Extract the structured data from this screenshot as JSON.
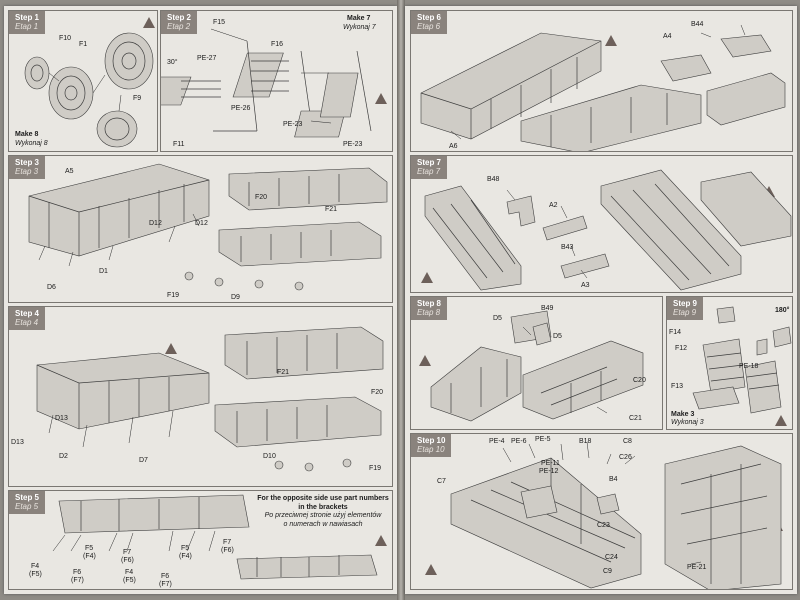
{
  "steps": [
    {
      "id": "step1",
      "title": "Step 1",
      "subtitle": "Etap 1"
    },
    {
      "id": "step2",
      "title": "Step 2",
      "subtitle": "Etap 2"
    },
    {
      "id": "step3",
      "title": "Step 3",
      "subtitle": "Etap 3"
    },
    {
      "id": "step4",
      "title": "Step 4",
      "subtitle": "Etap 4"
    },
    {
      "id": "step5",
      "title": "Step 5",
      "subtitle": "Etap 5"
    },
    {
      "id": "step6",
      "title": "Step 6",
      "subtitle": "Etap 6"
    },
    {
      "id": "step7",
      "title": "Step 7",
      "subtitle": "Etap 7"
    },
    {
      "id": "step8",
      "title": "Step 8",
      "subtitle": "Etap 8"
    },
    {
      "id": "step9",
      "title": "Step 9",
      "subtitle": "Etap 9"
    },
    {
      "id": "step10",
      "title": "Step 10",
      "subtitle": "Etap 10"
    }
  ],
  "notes": {
    "step1_make": "Make 8",
    "step1_make_pl": "Wykonaj 8",
    "step2_make": "Make 7",
    "step2_make_pl": "Wykonaj 7",
    "step2_angle": "30°",
    "step9_make": "Make 3",
    "step9_make_pl": "Wykonaj 3",
    "step9_angle": "180°",
    "step5_en_1": "For the opposite side use part numbers",
    "step5_en_2": "in the brackets",
    "step5_pl_1": "Po przeciwnej stronie użyj elementów",
    "step5_pl_2": "o numerach w nawiasach"
  },
  "parts": {
    "s1": [
      "F10",
      "F1",
      "F9"
    ],
    "s2": [
      "F15",
      "PE-27",
      "F16",
      "PE-26",
      "PE-23",
      "F11",
      "PE-23"
    ],
    "s3": [
      "A5",
      "D12",
      "D12",
      "D1",
      "D6",
      "F20",
      "F21",
      "F19",
      "D9"
    ],
    "s4": [
      "D13",
      "D13",
      "D2",
      "D7",
      "F21",
      "F20",
      "D10",
      "F19"
    ],
    "s5": [
      "F4",
      "(F5)",
      "F6",
      "(F7)",
      "F5",
      "(F4)",
      "F7",
      "(F6)",
      "F4",
      "(F5)",
      "F6",
      "(F7)",
      "F5",
      "(F4)",
      "F7",
      "(F6)"
    ],
    "s6": [
      "B44",
      "A4",
      "A6"
    ],
    "s7": [
      "B48",
      "A2",
      "B43",
      "A3"
    ],
    "s8": [
      "D5",
      "B49",
      "D5",
      "C20",
      "C21"
    ],
    "s9": [
      "F14",
      "F12",
      "PE-18",
      "F13"
    ],
    "s10": [
      "PE-4",
      "PE-6",
      "PE-5",
      "B18",
      "C8",
      "PE-11",
      "PE-12",
      "C26",
      "C7",
      "B4",
      "C23",
      "C24",
      "C9",
      "PE-21"
    ]
  },
  "colors": {
    "label_bg": "#8a837d",
    "marker": "#6d605a",
    "paper": "#e9e7e2"
  }
}
